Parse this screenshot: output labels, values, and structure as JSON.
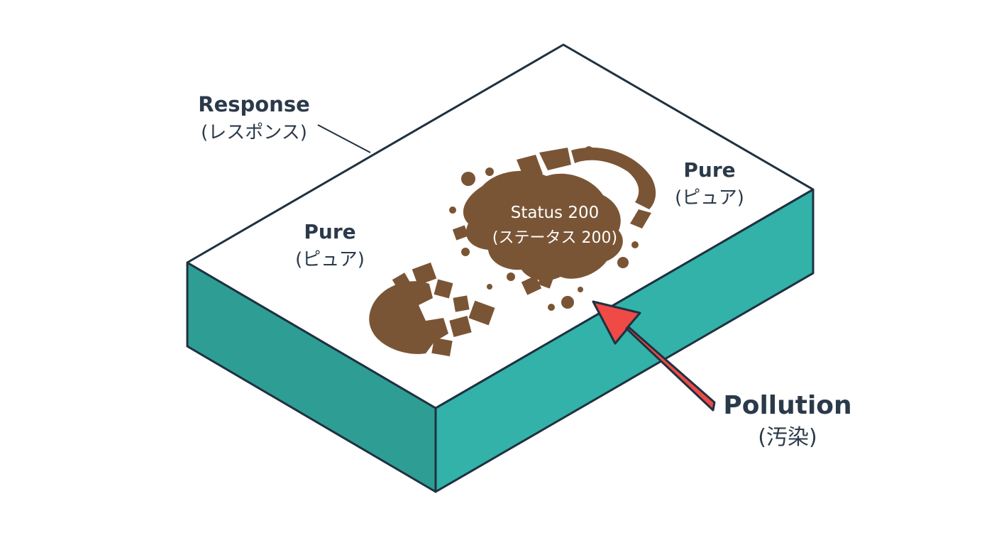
{
  "labels": {
    "response": {
      "title": "Response",
      "subtitle": "(レスポンス)"
    },
    "pure_left": {
      "title": "Pure",
      "subtitle": "(ピュア)"
    },
    "pure_right": {
      "title": "Pure",
      "subtitle": "(ピュア)"
    },
    "status": {
      "title": "Status 200",
      "subtitle": "(ステータス 200)"
    },
    "pollution": {
      "title": "Pollution",
      "subtitle": "(汚染)"
    }
  },
  "colors": {
    "slab_top": "#ffffff",
    "slab_front": "#2e9e95",
    "slab_right": "#32b2a8",
    "outline": "#1f3140",
    "mud": "#7a5535",
    "arrow": "#ef4a46",
    "text": "#2b3a4a"
  },
  "icons": {
    "footprint": "boot-footprint-icon",
    "arrow": "pollution-arrow-icon"
  }
}
